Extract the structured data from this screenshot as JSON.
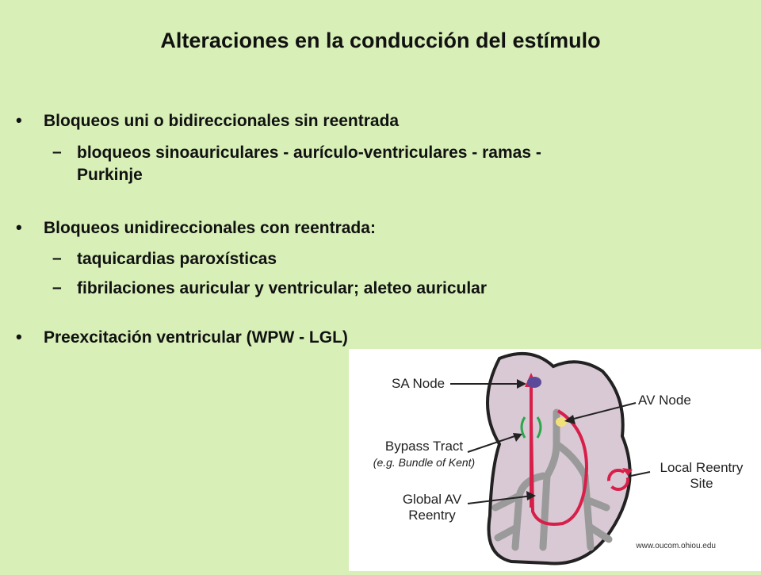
{
  "slide": {
    "title": "Alteraciones en la conducción del estímulo",
    "bullets": [
      {
        "text": "Bloqueos uni o bidireccionales sin reentrada",
        "sub": [
          "bloqueos sinoauriculares - aurículo-ventriculares - ramas -",
          "Purkinje"
        ]
      },
      {
        "text": "Bloqueos unidireccionales con reentrada:",
        "sub": [
          "taquicardias paroxísticas",
          "fibrilaciones auricular y ventricular; aleteo auricular"
        ]
      },
      {
        "text": "Preexcitación ventricular (WPW - LGL)"
      }
    ],
    "bullet_char": "•",
    "dash_char": "–"
  },
  "figure": {
    "labels": {
      "sa_node": "SA Node",
      "av_node": "AV Node",
      "bypass_1": "Bypass Tract",
      "bypass_2": "(e.g. Bundle of Kent)",
      "local_1": "Local Reentry",
      "local_2": "Site",
      "global_1": "Global AV",
      "global_2": "Reentry"
    },
    "credit": "www.oucom.ohiou.edu"
  },
  "colors": {
    "background": "#d8f0b8",
    "heart_fill": "#d9c9d4",
    "conduction": "#9a9a9a",
    "reentry": "#d81f4a",
    "bypass": "#2aa84a",
    "sa_node": "#5b4a9a",
    "av_node": "#f3e07a"
  }
}
